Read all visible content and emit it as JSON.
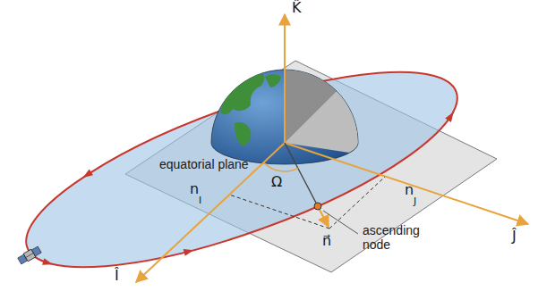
{
  "diagram": {
    "labels": [
      "K̂",
      "equatorial plane",
      "n",
      "I",
      "Ω",
      "n",
      "J",
      "n⃗",
      "ascending node",
      "Î",
      "Ĵ"
    ]
  }
}
